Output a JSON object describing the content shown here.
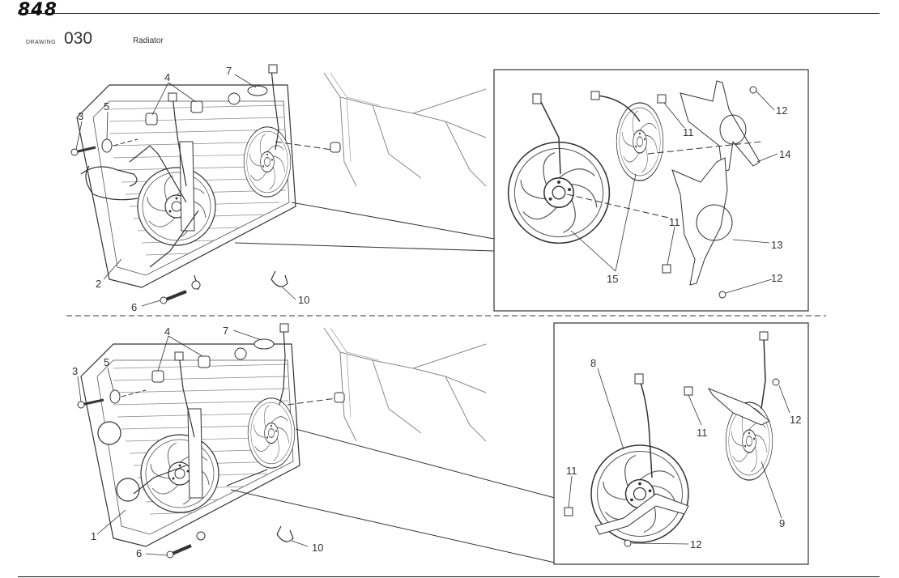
{
  "header": {
    "model": "848",
    "drawing_label": "DRAWING",
    "drawing_number": "030",
    "drawing_title": "Radiator"
  },
  "top_view": {
    "callouts": [
      "3",
      "5",
      "4",
      "7",
      "2",
      "6",
      "10"
    ]
  },
  "top_detail": {
    "callouts": [
      "11",
      "12",
      "14",
      "11",
      "13",
      "12",
      "15"
    ]
  },
  "bottom_view": {
    "callouts": [
      "3",
      "5",
      "4",
      "7",
      "1",
      "6",
      "10"
    ]
  },
  "bottom_detail": {
    "callouts": [
      "8",
      "11",
      "12",
      "11",
      "12",
      "9"
    ]
  }
}
